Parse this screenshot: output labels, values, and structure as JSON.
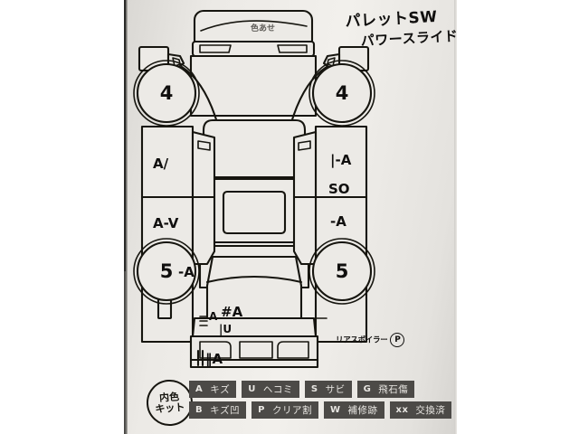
{
  "document": {
    "type": "vehicle-condition-diagram",
    "model_note_line1": "パレットSW",
    "model_note_line2": "パワースライド",
    "stamp_line1": "内色",
    "stamp_line2": "キット",
    "hood_note": "色あせ"
  },
  "wheels": {
    "front_left": "4",
    "front_right": "4",
    "rear_left": "5",
    "rear_right": "5"
  },
  "markings": {
    "left_front_door": "A/",
    "left_rear_door": "A-V",
    "left_rear_quarter": "-A",
    "left_rear_tally": "A",
    "right_front_door": "|-A",
    "right_front_door_2": "SO",
    "right_rear_door": "-A",
    "rear_gate_1": "#A",
    "rear_gate_2": "|U",
    "rear_bumper": "‖A"
  },
  "spoiler": {
    "label": "リアスポイラー",
    "mark": "P"
  },
  "legend": {
    "row1": [
      {
        "code": "A",
        "desc": "キズ"
      },
      {
        "code": "U",
        "desc": "ヘコミ"
      },
      {
        "code": "S",
        "desc": "サビ"
      },
      {
        "code": "G",
        "desc": "飛石傷"
      }
    ],
    "row2": [
      {
        "code": "B",
        "desc": "キズ凹"
      },
      {
        "code": "P",
        "desc": "クリア割"
      },
      {
        "code": "W",
        "desc": "補修跡"
      },
      {
        "code": "xx",
        "desc": "交換済"
      }
    ]
  },
  "colors": {
    "paper": "#eceae6",
    "ink": "#16150f",
    "legend_chip": "#4c4a47",
    "legend_text": "#e8e6e2"
  }
}
